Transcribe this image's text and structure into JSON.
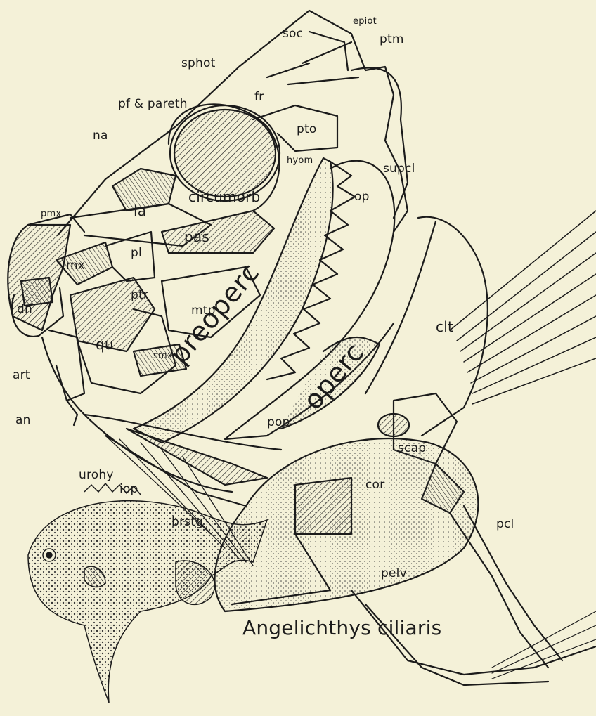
{
  "labels": {
    "soc": "soc",
    "epiot": "epiot",
    "sphot": "sphot",
    "ptm": "ptm",
    "fr": "fr",
    "pf_pareth": "pf & pareth",
    "na": "na",
    "pto": "pto",
    "hyom": "hyom",
    "supcl": "supcl",
    "op": "op",
    "pmx": "pmx",
    "la": "la",
    "circumorb": "circumorb",
    "pas": "pas",
    "mx": "mx",
    "pl": "pl",
    "dn": "dn",
    "ptr": "ptr",
    "mtp": "mtp",
    "clt": "clt",
    "qu": "qu",
    "smx": "smx",
    "preoperc": "preoperc",
    "operc": "operc",
    "art": "art",
    "pop": "pop",
    "an": "an",
    "scap": "scap",
    "urohy": "urohy",
    "cor": "cor",
    "iop": "iop",
    "brstg": "brstg",
    "pcl": "pcl",
    "pelv": "pelv"
  },
  "caption": "Angelichthys ciliaris",
  "colors": {
    "background": "#f4f1d8",
    "ink": "#1b1b1b"
  }
}
